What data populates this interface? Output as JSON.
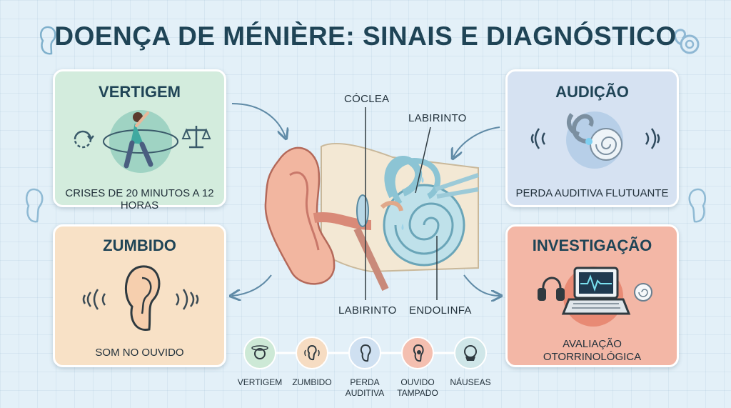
{
  "title": "DOENÇA DE MÉNIÈRE: SINAIS E DIAGNÓSTICO",
  "cards": {
    "vertigem": {
      "title": "VERTIGEM",
      "caption": "CRISES DE 20 MINUTOS A 12 HORAS",
      "color": "#d3ecdd"
    },
    "audicao": {
      "title": "AUDIÇÃO",
      "caption": "PERDA AUDITIVA FLUTUANTE",
      "color": "#d6e2f2"
    },
    "zumbido": {
      "title": "ZUMBIDO",
      "caption": "SOM NO OUVIDO",
      "color": "#f8e1c6"
    },
    "investigacao": {
      "title": "INVESTIGAÇÃO",
      "caption_line1": "AVALIAÇÃO",
      "caption_line2": "OTORRINOLÓGICA",
      "color": "#f3b7a6"
    }
  },
  "ear_labels": {
    "coclea": "CÓCLEA",
    "labirinto_top": "LABIRINTO",
    "labirinto_bottom": "LABIRINTO",
    "endolinfa": "ENDOLINFA"
  },
  "symptoms": [
    {
      "line1": "VERTIGEM",
      "line2": "",
      "icon": "head-spin-icon",
      "color": "#cde9d6"
    },
    {
      "line1": "ZUMBIDO",
      "line2": "",
      "icon": "ear-sound-icon",
      "color": "#f6dcc2"
    },
    {
      "line1": "PERDA",
      "line2": "AUDITIVA",
      "icon": "ear-icon",
      "color": "#cfe0f1"
    },
    {
      "line1": "OUVIDO",
      "line2": "TAMPADO",
      "icon": "ear-blocked-icon",
      "color": "#f4bfb0"
    },
    {
      "line1": "NÁUSEAS",
      "line2": "",
      "icon": "nausea-face-icon",
      "color": "#cfe6e8"
    }
  ]
}
